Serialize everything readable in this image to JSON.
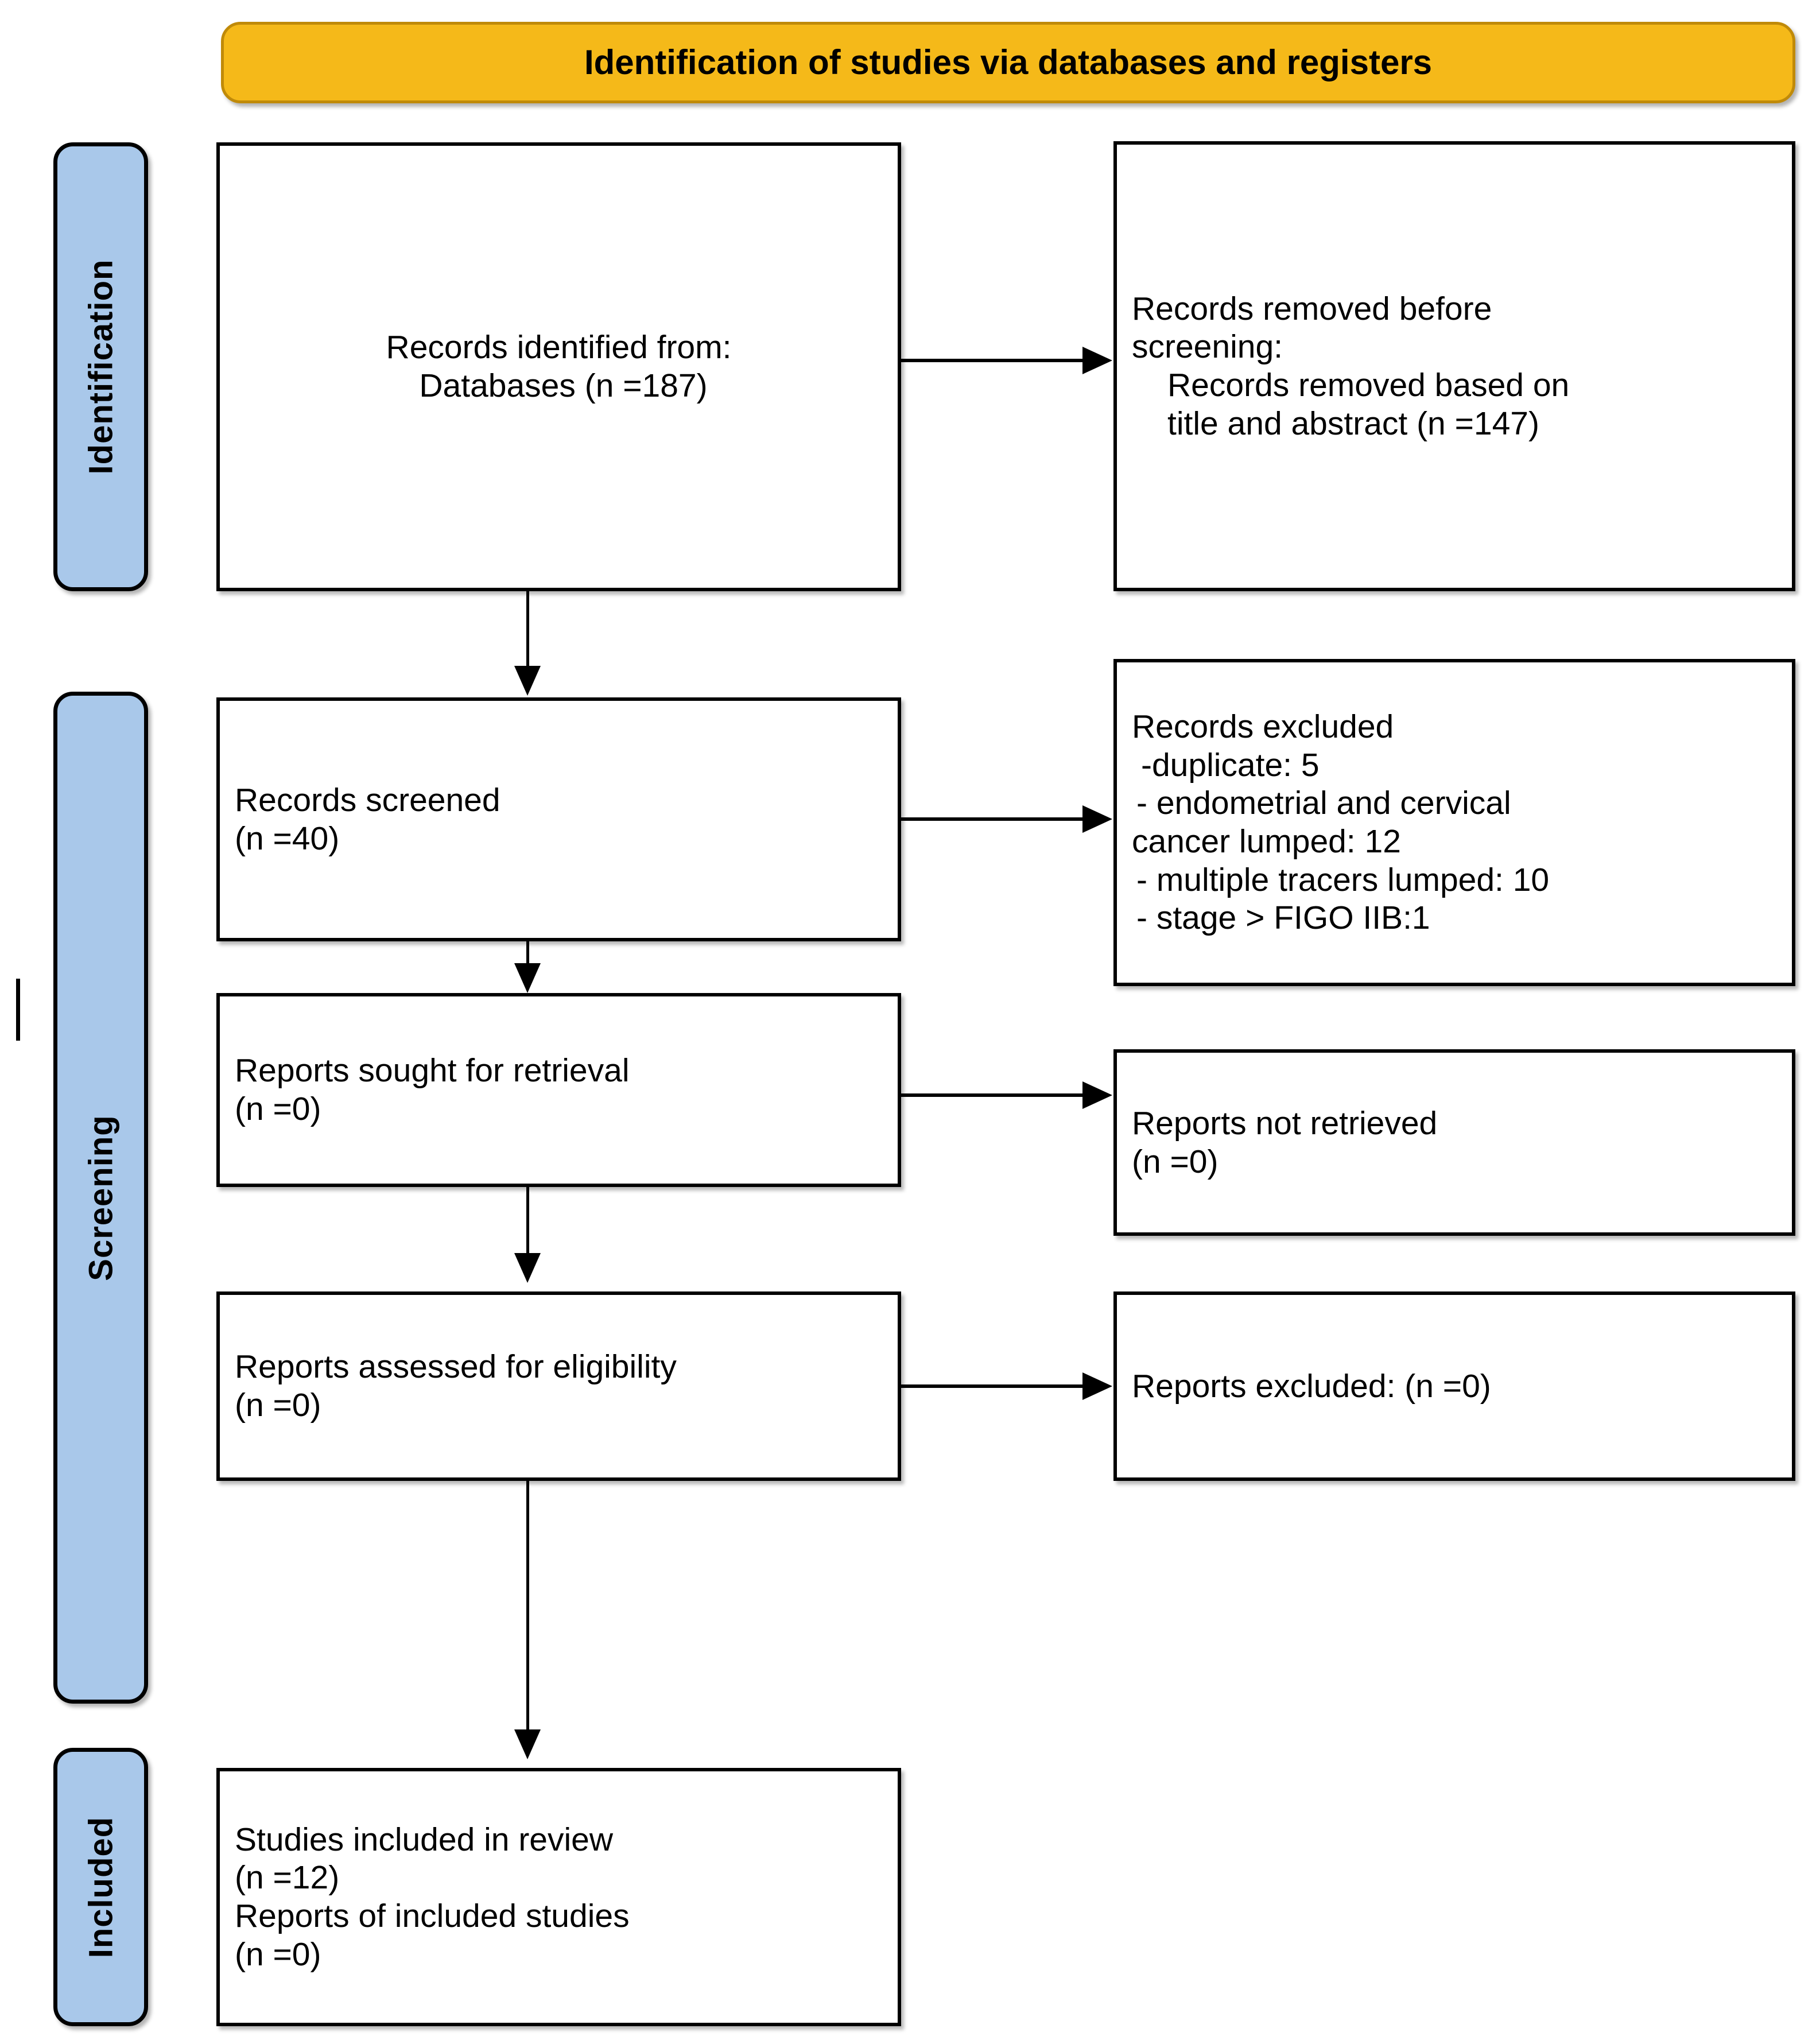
{
  "diagram": {
    "banner": {
      "title": "Identification of studies via databases and registers",
      "fill_color": "#F5B919",
      "border_color": "#C08A09"
    },
    "stages": [
      {
        "id": "identification",
        "label": "Identification",
        "fill_color": "#A9C8EA"
      },
      {
        "id": "screening",
        "label": "Screening",
        "fill_color": "#A9C8EA"
      },
      {
        "id": "included",
        "label": "Included",
        "fill_color": "#A9C8EA"
      }
    ],
    "boxes": {
      "records_identified": {
        "line1": "Records identified from:",
        "line2": "Databases (n =187)"
      },
      "records_removed_before_screening": {
        "line1a": "Records removed ",
        "line1b": "before",
        "line2a": "screening",
        "line2b": ":",
        "line3": "Records removed based on",
        "line4": "title and abstract (n =147)"
      },
      "records_screened": {
        "line1": "Records screened",
        "line2": "(n =40)"
      },
      "records_excluded": {
        "line1": "Records excluded",
        "line2": "-duplicate: 5",
        "line3": "- endometrial and cervical",
        "line4": "cancer lumped: 12",
        "line5": "- multiple tracers lumped: 10",
        "line6": "- stage > FIGO IIB:1"
      },
      "reports_sought": {
        "line1": "Reports sought for retrieval",
        "line2": "(n =0)"
      },
      "reports_not_retrieved": {
        "line1": "Reports not retrieved",
        "line2": "(n =0)"
      },
      "reports_assessed": {
        "line1": "Reports assessed for eligibility",
        "line2": "(n =0)"
      },
      "reports_excluded": {
        "line1": "Reports excluded: (n =0)"
      },
      "studies_included": {
        "line1": "Studies included in review",
        "line2": "(n =12)",
        "line3": "Reports of included studies",
        "line4": "(n =0)"
      }
    }
  }
}
